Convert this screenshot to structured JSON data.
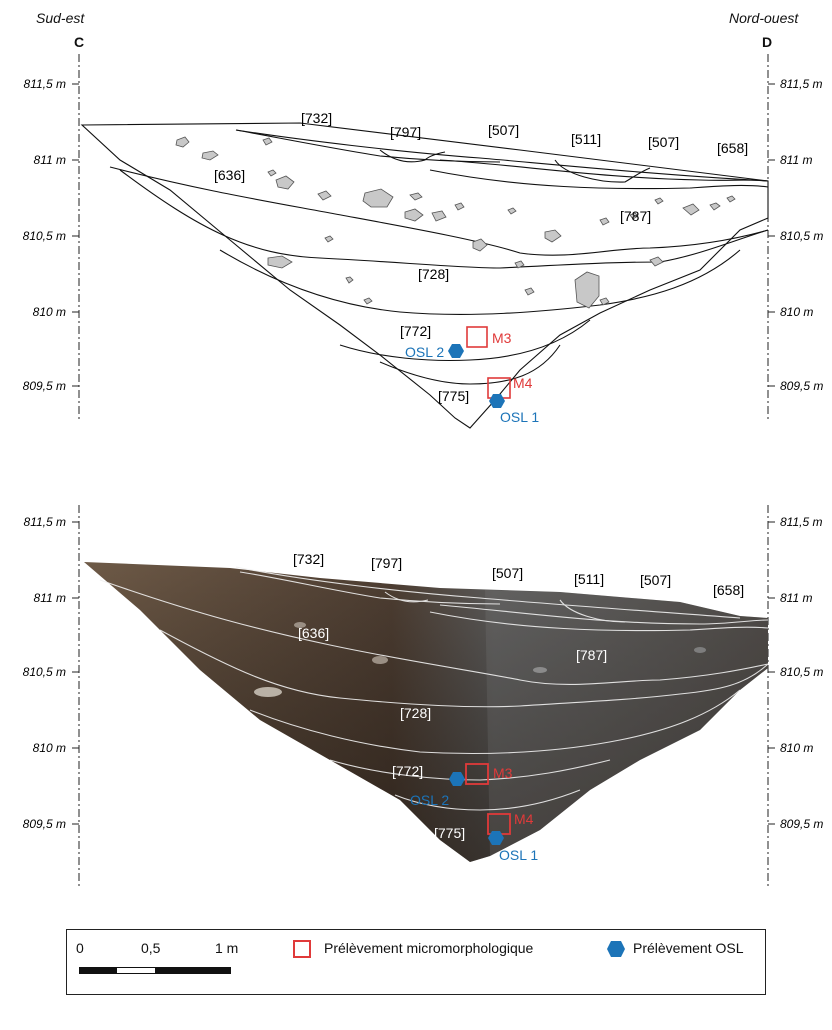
{
  "header": {
    "left_orientation": "Sud-est",
    "right_orientation": "Nord-ouest",
    "left_point": "C",
    "right_point": "D"
  },
  "elevations": [
    "811,5 m",
    "811 m",
    "810,5 m",
    "810 m",
    "809,5 m"
  ],
  "drawing_labels": {
    "l732": "[732]",
    "l797": "[797]",
    "l507a": "[507]",
    "l511": "[511]",
    "l507b": "[507]",
    "l658": "[658]",
    "l636": "[636]",
    "l787": "[787]",
    "l728": "[728]",
    "l772": "[772]",
    "l775": "[775]",
    "m3": "M3",
    "m4": "M4",
    "osl2": "OSL 2",
    "osl1": "OSL 1"
  },
  "photo_labels": {
    "l732": "[732]",
    "l797": "[797]",
    "l507a": "[507]",
    "l511": "[511]",
    "l507b": "[507]",
    "l658": "[658]",
    "l636": "[636]",
    "l787": "[787]",
    "l728": "[728]",
    "l772": "[772]",
    "l775": "[775]",
    "m3": "M3",
    "m4": "M4",
    "osl2": "OSL 2",
    "osl1": "OSL 1"
  },
  "legend": {
    "scale_ticks": [
      "0",
      "0,5",
      "1 m"
    ],
    "micro_label": "Prélèvement micromorphologique",
    "osl_label": "Prélèvement OSL"
  },
  "colors": {
    "red_sample": "#e03a3a",
    "blue_sample": "#1c74b8",
    "stone_fill": "#c8c8c8",
    "soil_dark": "#3d3027"
  }
}
